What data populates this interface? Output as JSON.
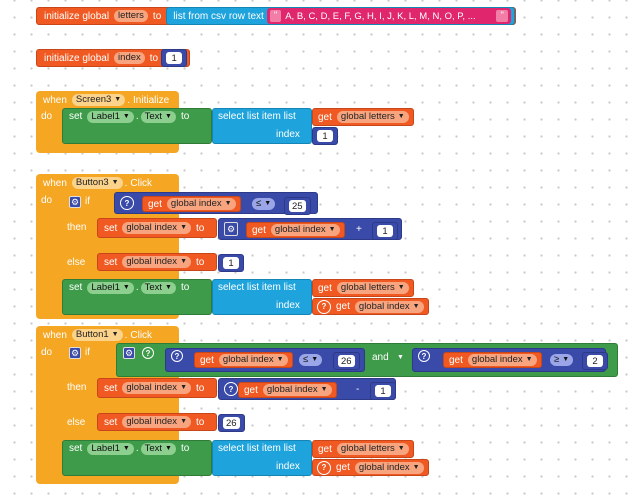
{
  "kw": {
    "initialize_global": "initialize global",
    "to": "to",
    "when": "when",
    "do": "do",
    "set": "set",
    "get": "get",
    "if": "if",
    "then": "then",
    "else": "else",
    "dot": ".",
    "index": "index",
    "and": "and",
    "plus": "+",
    "minus": "-",
    "select_list_item_list": "select list item  list",
    "list_from_csv_row_text": "list from csv row  text"
  },
  "vars": {
    "letters": "letters",
    "index": "index",
    "global_letters": "global letters",
    "global_index": "global index"
  },
  "components": {
    "label1": "Label1",
    "text_prop": "Text",
    "screen3": "Screen3",
    "button3": "Button3",
    "button1": "Button1"
  },
  "events": {
    "initialize": "Initialize",
    "click": "Click"
  },
  "ops": {
    "le": "≤",
    "ge": "≥"
  },
  "values": {
    "csv_text": "A, B, C, D, E, F, G, H, I, J, K, L, M, N, O, P, ...",
    "one": "1",
    "two": "2",
    "twenty_five": "25",
    "twenty_six": "26"
  },
  "colors": {
    "orange": "#f05a22",
    "yellow": "#f5a623",
    "green": "#3e9b49",
    "light_blue": "#1ea3dc",
    "dark_blue": "#3a4aa8",
    "pink": "#e0276d"
  }
}
